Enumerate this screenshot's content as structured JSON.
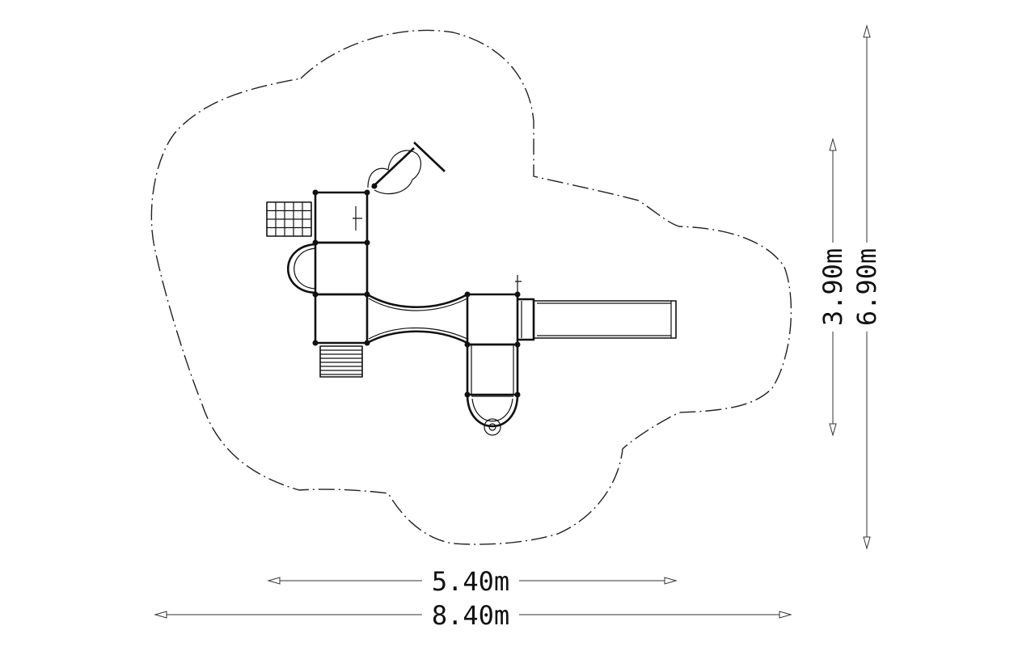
{
  "dimensions": {
    "equipment_width": "5.40m",
    "safety_width": "8.40m",
    "equipment_depth": "3.90m",
    "safety_depth": "6.90m"
  }
}
